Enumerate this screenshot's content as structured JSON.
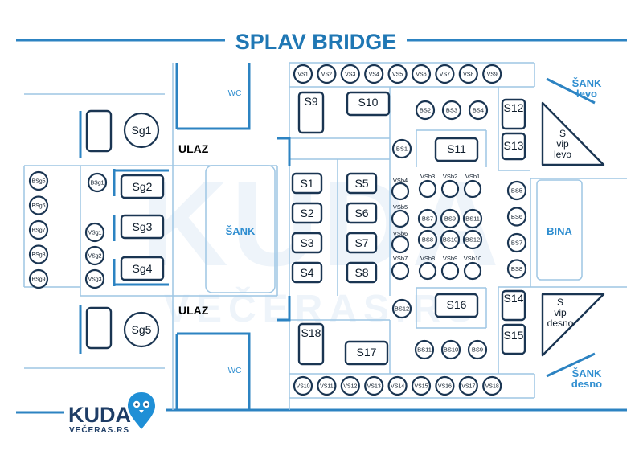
{
  "title": "SPLAV BRIDGE",
  "watermark": {
    "line1": "KUDA",
    "line2": "VEČERAS.RS"
  },
  "logo": {
    "line1": "KUDA",
    "line2": "VEČERAS.RS"
  },
  "labels": {
    "wc": "WC",
    "ulaz": "ULAZ",
    "sank": "ŠANK",
    "bina": "BINA",
    "sank_levo_1": "ŠANK",
    "sank_levo_2": "levo",
    "sank_desno_1": "ŠANK",
    "sank_desno_2": "desno",
    "vip_levo": [
      "S",
      "vip",
      "levo"
    ],
    "vip_desno": [
      "S",
      "vip",
      "desno"
    ]
  },
  "tables": {
    "sg_round": [
      "Sg1",
      "Sg5"
    ],
    "sg_rect": [
      "Sg2",
      "Sg3",
      "Sg4"
    ],
    "bsg": [
      "BSg5",
      "BSg6",
      "BSg7",
      "BSg8",
      "BSg9"
    ],
    "bsg_inner": "BSg1",
    "vsg": [
      "VSg1",
      "VSg2",
      "VSg3"
    ],
    "vs_top": [
      "VS1",
      "VS2",
      "VS3",
      "VS4",
      "VS5",
      "VS6",
      "VS7",
      "VS8",
      "VS9"
    ],
    "vs_bottom": [
      "VS10",
      "VS11",
      "VS12",
      "VS13",
      "VS14",
      "VS15",
      "VS16",
      "VS17",
      "VS18"
    ],
    "s_left_col": [
      "S1",
      "S2",
      "S3",
      "S4"
    ],
    "s_right_col": [
      "S5",
      "S6",
      "S7",
      "S8"
    ],
    "s_big": [
      "S9",
      "S10",
      "S11",
      "S16",
      "S17",
      "S18"
    ],
    "s_side": [
      "S12",
      "S13",
      "S14",
      "S15"
    ],
    "bs_top": [
      "BS2",
      "BS3",
      "BS4"
    ],
    "bs_single_1": "BS1",
    "bs_single_12": "BS12",
    "bs_bottom": [
      "BS11",
      "BS10",
      "BS9"
    ],
    "bs_right": [
      "BS5",
      "BS6",
      "BS7",
      "BS8"
    ],
    "vsb_row1": [
      "VSb4",
      "VSb3",
      "VSb2",
      "VSb1"
    ],
    "vsb_row2_left": "VSb5",
    "vsb_row3_left": "VSb6",
    "vsb_row4": [
      "VSb7",
      "VSb8",
      "VSb9",
      "VSb10"
    ],
    "bs_grid": [
      "BS7",
      "BS9",
      "BS11",
      "BS8",
      "BS10",
      "BS12"
    ]
  },
  "colors": {
    "accent": "#2f8ed0",
    "dark": "#1a3552",
    "line": "#9ec6e4"
  }
}
